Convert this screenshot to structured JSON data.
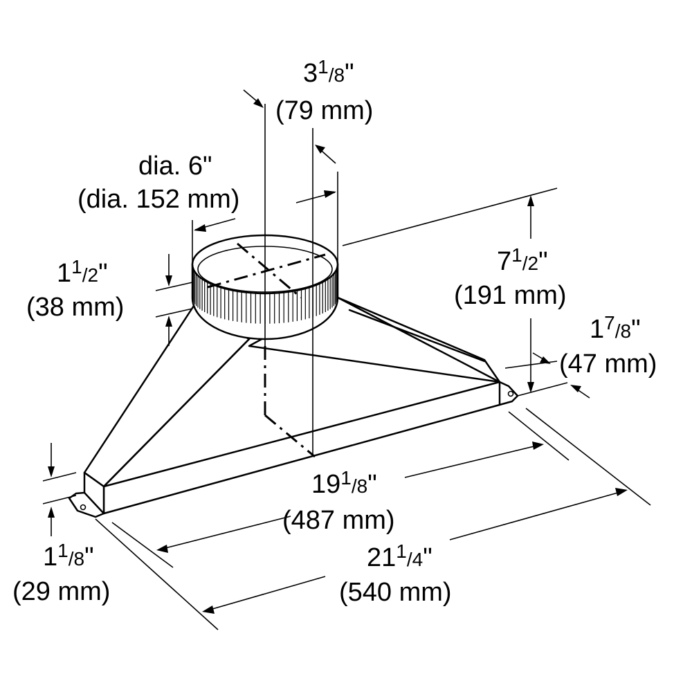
{
  "dimensions": {
    "collar_offset": {
      "whole": "3",
      "num": "1",
      "den": "8",
      "inch": "\"",
      "metric": "(79 mm)"
    },
    "collar_diameter": {
      "imperial": "dia. 6\"",
      "metric": "(dia. 152 mm)"
    },
    "collar_height": {
      "whole": "1",
      "num": "1",
      "den": "2",
      "inch": "\"",
      "metric": "(38 mm)"
    },
    "overall_height": {
      "whole": "7",
      "num": "1",
      "den": "2",
      "inch": "\"",
      "metric": "(191 mm)"
    },
    "rear_flange": {
      "whole": "1",
      "num": "7",
      "den": "8",
      "inch": "\"",
      "metric": "(47 mm)"
    },
    "inner_width": {
      "whole": "19",
      "num": "1",
      "den": "8",
      "inch": "\"",
      "metric": "(487 mm)"
    },
    "front_flange": {
      "whole": "1",
      "num": "1",
      "den": "8",
      "inch": "\"",
      "metric": "(29 mm)"
    },
    "overall_width": {
      "whole": "21",
      "num": "1",
      "den": "4",
      "inch": "\"",
      "metric": "(540 mm)"
    }
  }
}
